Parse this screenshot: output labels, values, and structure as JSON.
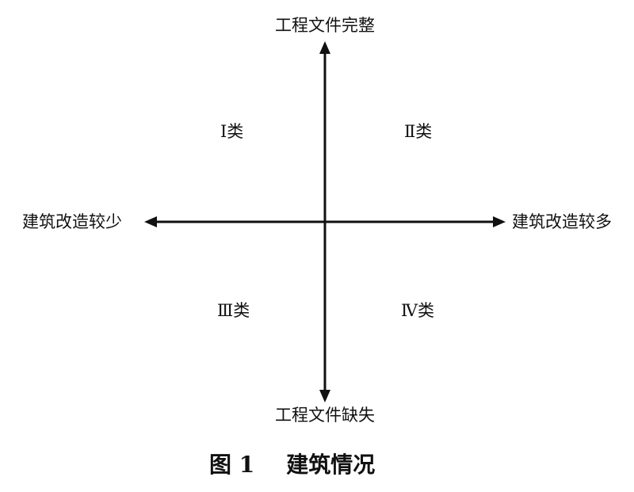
{
  "figure": {
    "caption_number": "图 1",
    "caption_title": "建筑情况"
  },
  "axes": {
    "top": "工程文件完整",
    "bottom": "工程文件缺失",
    "left": "建筑改造较少",
    "right": "建筑改造较多"
  },
  "quadrants": {
    "upper_left": "Ⅰ类",
    "upper_right": "Ⅱ类",
    "lower_left": "Ⅲ类",
    "lower_right": "Ⅳ类"
  },
  "colors": {
    "line": "#111111",
    "text": "#111111",
    "background": "#ffffff"
  }
}
